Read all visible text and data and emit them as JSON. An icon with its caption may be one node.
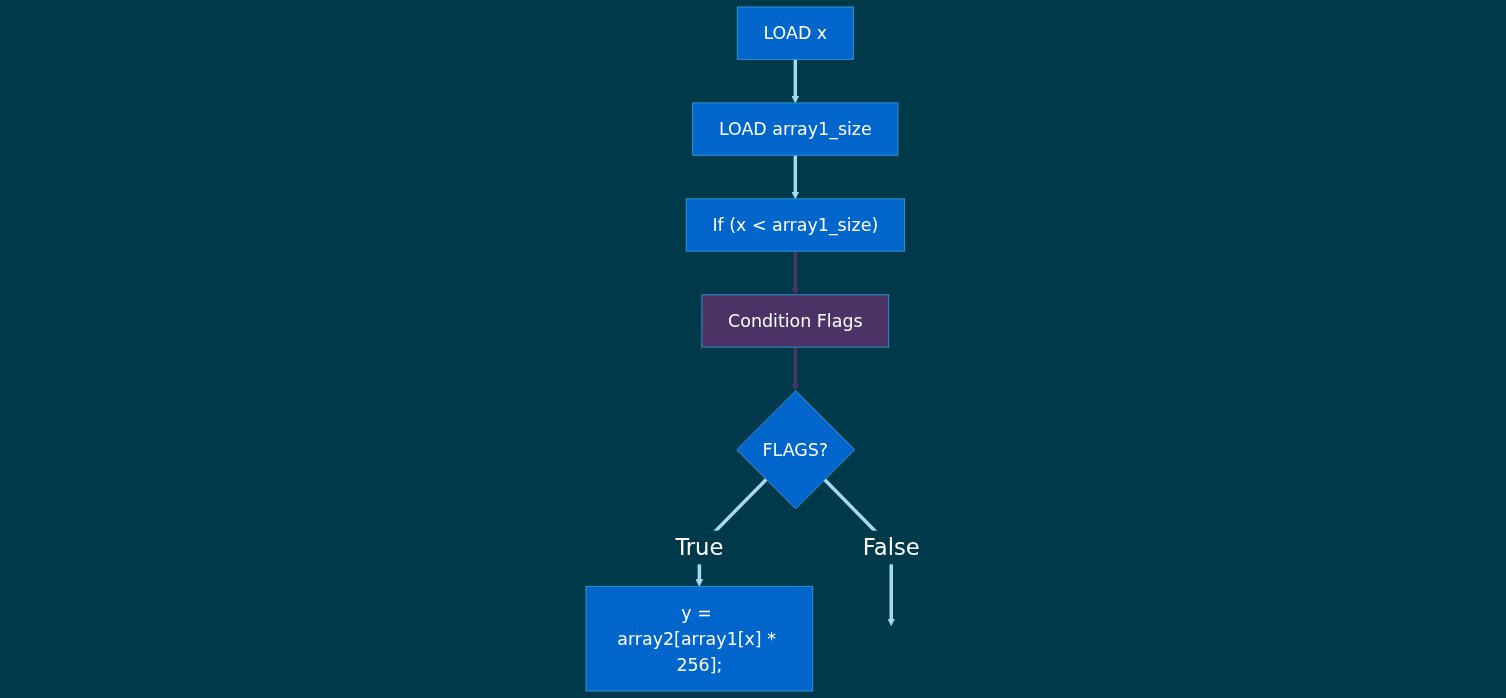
{
  "diagram": {
    "nodes": [
      {
        "text": [
          "LOAD x"
        ]
      },
      {
        "text": [
          "LOAD array1_size"
        ]
      },
      {
        "text": [
          "If (x < array1_size)"
        ]
      },
      {
        "text": [
          "Condition Flags"
        ]
      },
      {
        "text": [
          "FLAGS?"
        ]
      },
      {
        "text": [
          "y = array2[array1[x] * 256];"
        ]
      }
    ],
    "edges": [
      {
        "from": 0,
        "to": 1,
        "arrow": "to"
      },
      {
        "from": 1,
        "to": 2,
        "arrow": "to"
      },
      {
        "from": 2,
        "to": 3,
        "arrow": "to",
        "color": "#4b3366"
      },
      {
        "from": 3,
        "to": 4,
        "arrow": "to",
        "color": "#4b3366"
      },
      {
        "from": 4,
        "to": 5,
        "arrow": "to",
        "label": "True"
      },
      {
        "from": 4,
        "to": null,
        "arrow": "to",
        "label": "False"
      }
    ]
  }
}
